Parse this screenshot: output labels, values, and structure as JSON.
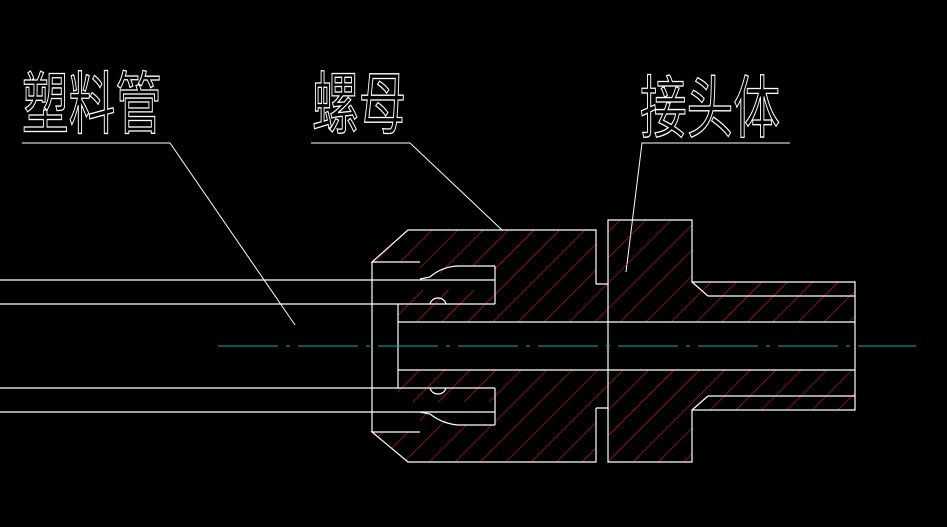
{
  "labels": {
    "plastic_tube": "塑料管",
    "nut": "螺母",
    "connector_body": "接头体"
  },
  "colors": {
    "background": "#000000",
    "outline": "#ffffff",
    "hatch": "#ff2020",
    "centerline": "#00b4b4"
  }
}
